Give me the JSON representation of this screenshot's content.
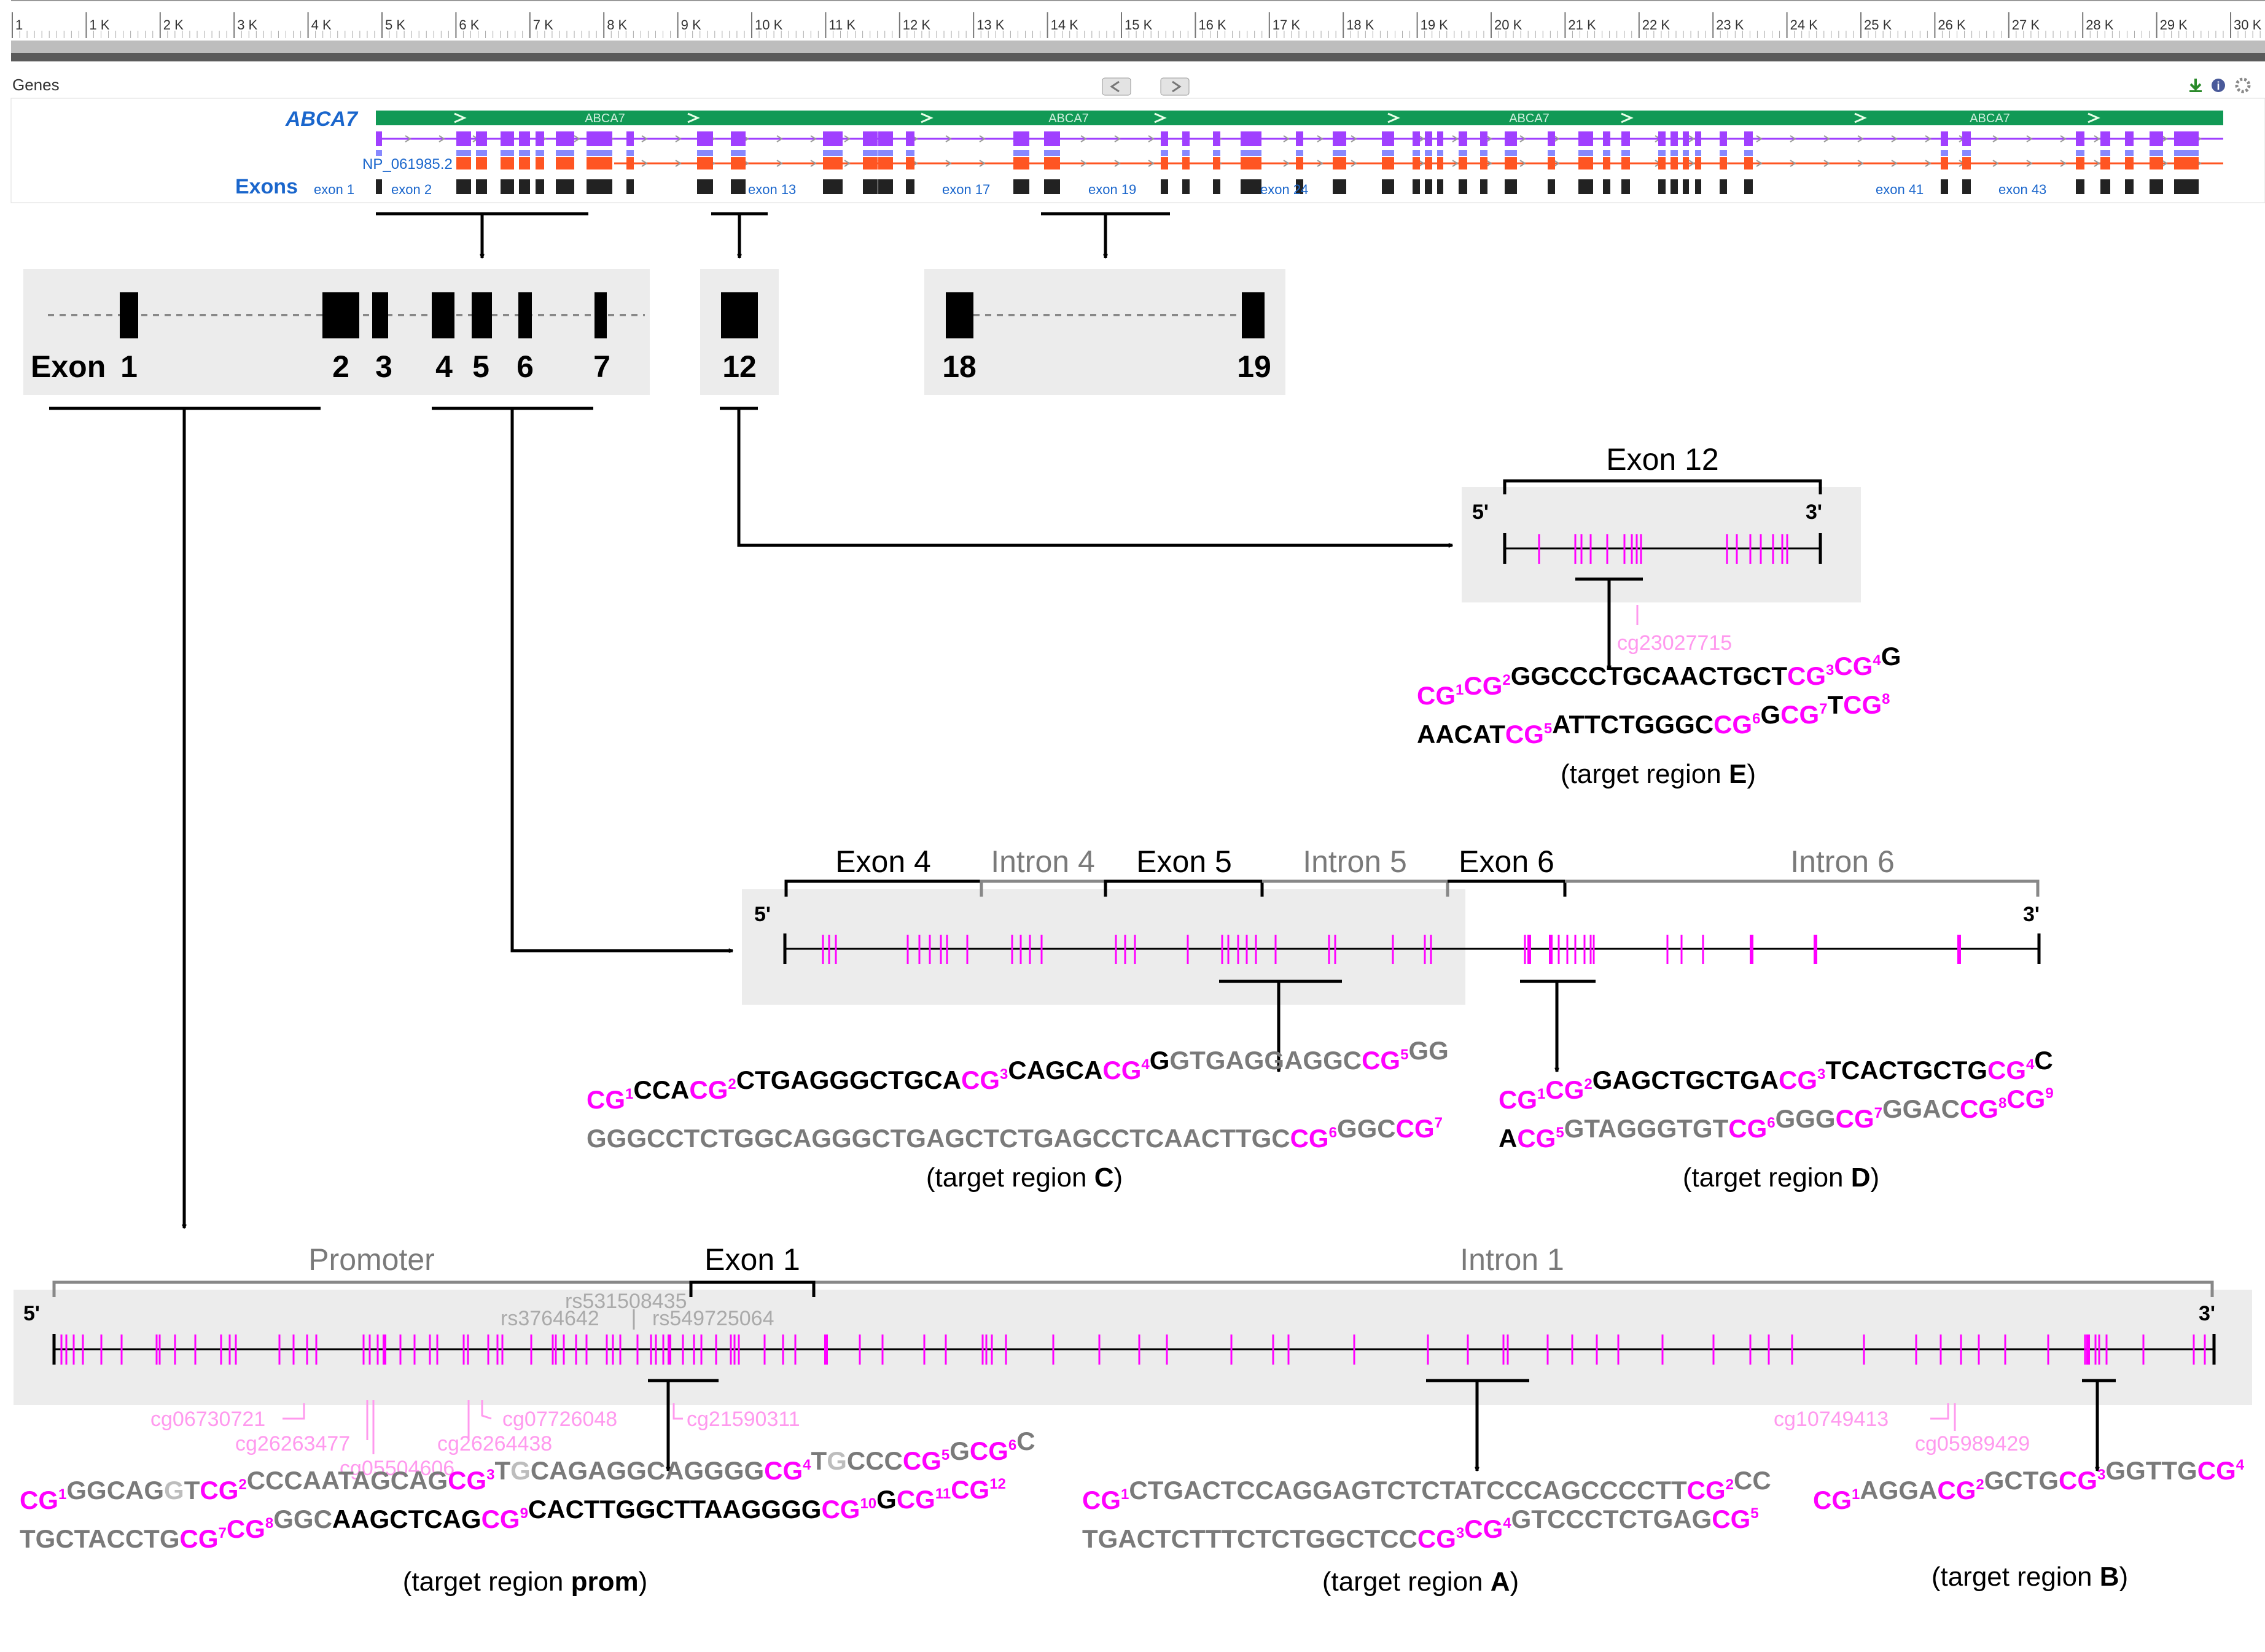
{
  "colors": {
    "cpg_magenta": "#ff00ff",
    "cpg_probe_pink": "#ff99ee",
    "gene_green": "#119955",
    "transcript_purple": "#a040ff",
    "transcript_red": "#ff5522",
    "exon_label_blue": "#1a66cc",
    "panel_gray": "#ececec",
    "seq_black": "#000000",
    "seq_gray": "#7a7a7a"
  },
  "browser": {
    "ruler_ticks": [
      "1",
      "1 K",
      "2 K",
      "3 K",
      "4 K",
      "5 K",
      "6 K",
      "7 K",
      "8 K",
      "9 K",
      "10 K",
      "11 K",
      "12 K",
      "13 K",
      "14 K",
      "15 K",
      "16 K",
      "17 K",
      "18 K",
      "19 K",
      "20 K",
      "21 K",
      "22 K",
      "23 K",
      "24 K",
      "25 K",
      "26 K",
      "27 K",
      "28 K",
      "29 K",
      "30 K"
    ],
    "track_title": "Genes",
    "gene_name": "ABCA7",
    "gene_bar_label": "ABCA7",
    "transcript_label": "NP_061985.2",
    "exons_track_label": "Exons",
    "exon_labels": [
      "exon 1",
      "exon 2",
      "exon 13",
      "exon 17",
      "exon 19",
      "exon 24",
      "exon 41",
      "exon 43"
    ],
    "nav_icons": [
      "scroll-left-icon",
      "scroll-right-icon"
    ],
    "tool_icons": [
      "download-icon",
      "info-icon",
      "settings-icon"
    ]
  },
  "zoom_panels": {
    "exon_word": "Exon",
    "group1_numbers": [
      "1",
      "2",
      "3",
      "4",
      "5",
      "6",
      "7"
    ],
    "group2_numbers": [
      "12"
    ],
    "group3_numbers": [
      "18",
      "19"
    ]
  },
  "region_e": {
    "header": "Exon 12",
    "five_prime": "5'",
    "three_prime": "3'",
    "probe": "cg23027715",
    "seq_lines": [
      [
        {
          "t": "CG",
          "c": "m"
        },
        {
          "t": "1",
          "c": "ms"
        },
        {
          "t": "CG",
          "c": "m"
        },
        {
          "t": "2",
          "c": "ms"
        },
        {
          "t": "GGCCCTGCAACTGCT",
          "c": "k"
        },
        {
          "t": "CG",
          "c": "m"
        },
        {
          "t": "3",
          "c": "ms"
        },
        {
          "t": "CG",
          "c": "m"
        },
        {
          "t": "4",
          "c": "ms"
        },
        {
          "t": "G",
          "c": "k"
        }
      ],
      [
        {
          "t": "AACAT",
          "c": "k"
        },
        {
          "t": "CG",
          "c": "m"
        },
        {
          "t": "5",
          "c": "ms"
        },
        {
          "t": "ATTCTGGGC",
          "c": "k"
        },
        {
          "t": "CG",
          "c": "m"
        },
        {
          "t": "6",
          "c": "ms"
        },
        {
          "t": "G",
          "c": "k"
        },
        {
          "t": "CG",
          "c": "m"
        },
        {
          "t": "7",
          "c": "ms"
        },
        {
          "t": "T",
          "c": "k"
        },
        {
          "t": "CG",
          "c": "m"
        },
        {
          "t": "8",
          "c": "ms"
        }
      ]
    ],
    "caption_pre": "(target region ",
    "caption_bold": "E",
    "caption_post": ")"
  },
  "region_cd": {
    "headers": [
      {
        "label": "Exon 4",
        "style": "black"
      },
      {
        "label": "Intron 4",
        "style": "gray"
      },
      {
        "label": "Exon 5",
        "style": "black"
      },
      {
        "label": "Intron 5",
        "style": "gray"
      },
      {
        "label": "Exon 6",
        "style": "black"
      },
      {
        "label": "Intron 6",
        "style": "gray"
      }
    ],
    "five_prime": "5'",
    "three_prime": "3'"
  },
  "region_c": {
    "seq_lines": [
      [
        {
          "t": "CG",
          "c": "m"
        },
        {
          "t": "1",
          "c": "ms"
        },
        {
          "t": "CCA",
          "c": "k"
        },
        {
          "t": "CG",
          "c": "m"
        },
        {
          "t": "2",
          "c": "ms"
        },
        {
          "t": "CTGAGGGCTGCA",
          "c": "k"
        },
        {
          "t": "CG",
          "c": "m"
        },
        {
          "t": "3",
          "c": "ms"
        },
        {
          "t": "CAGCA",
          "c": "k"
        },
        {
          "t": "CG",
          "c": "m"
        },
        {
          "t": "4",
          "c": "ms"
        },
        {
          "t": "G",
          "c": "k"
        },
        {
          "t": "GTGAGGAGGC",
          "c": "g"
        },
        {
          "t": "CG",
          "c": "m"
        },
        {
          "t": "5",
          "c": "ms"
        },
        {
          "t": "GG",
          "c": "g"
        }
      ],
      [
        {
          "t": "GGGCCTCTGGCAGGGCTGAGCTCTGAGCCTCAACTTGC",
          "c": "g"
        },
        {
          "t": "CG",
          "c": "m"
        },
        {
          "t": "6",
          "c": "ms"
        },
        {
          "t": "GGC",
          "c": "g"
        },
        {
          "t": "CG",
          "c": "m"
        },
        {
          "t": "7",
          "c": "ms"
        }
      ]
    ],
    "caption_pre": "(target region ",
    "caption_bold": "C",
    "caption_post": ")"
  },
  "region_d": {
    "seq_lines": [
      [
        {
          "t": "CG",
          "c": "m"
        },
        {
          "t": "1",
          "c": "ms"
        },
        {
          "t": "CG",
          "c": "m"
        },
        {
          "t": "2",
          "c": "ms"
        },
        {
          "t": "GAGCTGCTGA",
          "c": "k"
        },
        {
          "t": "CG",
          "c": "m"
        },
        {
          "t": "3",
          "c": "ms"
        },
        {
          "t": "TCACTGCTG",
          "c": "k"
        },
        {
          "t": "CG",
          "c": "m"
        },
        {
          "t": "4",
          "c": "ms"
        },
        {
          "t": "C",
          "c": "k"
        }
      ],
      [
        {
          "t": "A",
          "c": "k"
        },
        {
          "t": "CG",
          "c": "m"
        },
        {
          "t": "5",
          "c": "ms"
        },
        {
          "t": "GTAGGGTGT",
          "c": "g"
        },
        {
          "t": "CG",
          "c": "m"
        },
        {
          "t": "6",
          "c": "ms"
        },
        {
          "t": "GGG",
          "c": "g"
        },
        {
          "t": "CG",
          "c": "m"
        },
        {
          "t": "7",
          "c": "ms"
        },
        {
          "t": "GGAC",
          "c": "g"
        },
        {
          "t": "CG",
          "c": "m"
        },
        {
          "t": "8",
          "c": "ms"
        },
        {
          "t": "CG",
          "c": "m"
        },
        {
          "t": "9",
          "c": "ms"
        }
      ]
    ],
    "caption_pre": "(target region ",
    "caption_bold": "D",
    "caption_post": ")"
  },
  "region_bottom": {
    "headers": [
      {
        "label": "Promoter",
        "style": "gray"
      },
      {
        "label": "Exon 1",
        "style": "black"
      },
      {
        "label": "Intron 1",
        "style": "gray"
      }
    ],
    "five_prime": "5'",
    "three_prime": "3'",
    "snps": [
      "rs531508435",
      "rs3764642",
      "rs549725064"
    ],
    "probes": [
      "cg06730721",
      "cg26263477",
      "cg05504606",
      "cg26264438",
      "cg07726048",
      "cg21590311",
      "cg10749413",
      "cg05989429"
    ]
  },
  "region_prom": {
    "seq_lines": [
      [
        {
          "t": "CG",
          "c": "m"
        },
        {
          "t": "1",
          "c": "ms"
        },
        {
          "t": "GGCAG",
          "c": "g"
        },
        {
          "t": "G",
          "c": "lg"
        },
        {
          "t": "T",
          "c": "g"
        },
        {
          "t": "CG",
          "c": "m"
        },
        {
          "t": "2",
          "c": "ms"
        },
        {
          "t": "CCCAATAGCAG",
          "c": "g"
        },
        {
          "t": "CG",
          "c": "m"
        },
        {
          "t": "3",
          "c": "ms"
        },
        {
          "t": "T",
          "c": "g"
        },
        {
          "t": "G",
          "c": "lg"
        },
        {
          "t": "CAGAGGCAGGGG",
          "c": "g"
        },
        {
          "t": "CG",
          "c": "m"
        },
        {
          "t": "4",
          "c": "ms"
        },
        {
          "t": "T",
          "c": "g"
        },
        {
          "t": "G",
          "c": "lg"
        },
        {
          "t": "CCC",
          "c": "g"
        },
        {
          "t": "CG",
          "c": "m"
        },
        {
          "t": "5",
          "c": "ms"
        },
        {
          "t": "G",
          "c": "g"
        },
        {
          "t": "CG",
          "c": "m"
        },
        {
          "t": "6",
          "c": "ms"
        },
        {
          "t": "C",
          "c": "g"
        }
      ],
      [
        {
          "t": "TGCTACCTG",
          "c": "g"
        },
        {
          "t": "CG",
          "c": "m"
        },
        {
          "t": "7",
          "c": "ms"
        },
        {
          "t": "CG",
          "c": "m"
        },
        {
          "t": "8",
          "c": "ms"
        },
        {
          "t": "GGC",
          "c": "g"
        },
        {
          "t": "AAGCTCAG",
          "c": "k"
        },
        {
          "t": "CG",
          "c": "m"
        },
        {
          "t": "9",
          "c": "ms"
        },
        {
          "t": "CACTTGGCTTAAGGGG",
          "c": "k"
        },
        {
          "t": "CG",
          "c": "m"
        },
        {
          "t": "10",
          "c": "ms"
        },
        {
          "t": "G",
          "c": "k"
        },
        {
          "t": "CG",
          "c": "m"
        },
        {
          "t": "11",
          "c": "ms"
        },
        {
          "t": "CG",
          "c": "m"
        },
        {
          "t": "12",
          "c": "ms"
        }
      ]
    ],
    "caption_pre": "(target region ",
    "caption_bold": "prom",
    "caption_post": ")"
  },
  "region_a": {
    "seq_lines": [
      [
        {
          "t": "CG",
          "c": "m"
        },
        {
          "t": "1",
          "c": "ms"
        },
        {
          "t": "CTGACTCCAGGAGTCTCTATCCCAGCCCCTT",
          "c": "g"
        },
        {
          "t": "CG",
          "c": "m"
        },
        {
          "t": "2",
          "c": "ms"
        },
        {
          "t": "CC",
          "c": "g"
        }
      ],
      [
        {
          "t": "TGACTCTTTCTCTGGCTCC",
          "c": "g"
        },
        {
          "t": "CG",
          "c": "m"
        },
        {
          "t": "3",
          "c": "ms"
        },
        {
          "t": "CG",
          "c": "m"
        },
        {
          "t": "4",
          "c": "ms"
        },
        {
          "t": "GTCCCTCTGAG",
          "c": "g"
        },
        {
          "t": "CG",
          "c": "m"
        },
        {
          "t": "5",
          "c": "ms"
        }
      ]
    ],
    "caption_pre": "(target region ",
    "caption_bold": "A",
    "caption_post": ")"
  },
  "region_b": {
    "seq_lines": [
      [
        {
          "t": "CG",
          "c": "m"
        },
        {
          "t": "1",
          "c": "ms"
        },
        {
          "t": "AGGA",
          "c": "g"
        },
        {
          "t": "CG",
          "c": "m"
        },
        {
          "t": "2",
          "c": "ms"
        },
        {
          "t": "GCTG",
          "c": "g"
        },
        {
          "t": "CG",
          "c": "m"
        },
        {
          "t": "3",
          "c": "ms"
        },
        {
          "t": "GGTTG",
          "c": "g"
        },
        {
          "t": "CG",
          "c": "m"
        },
        {
          "t": "4",
          "c": "ms"
        }
      ]
    ],
    "caption_pre": "(target region ",
    "caption_bold": "B",
    "caption_post": ")"
  }
}
